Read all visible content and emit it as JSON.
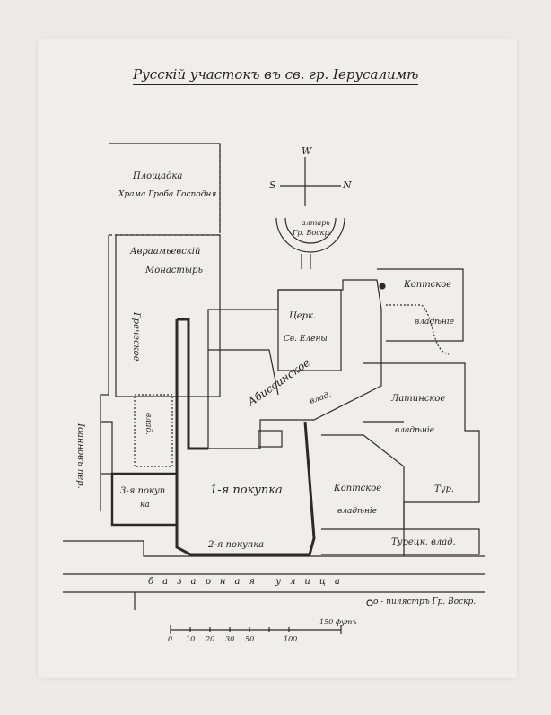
{
  "map": {
    "title": "Русскій участокъ въ св. гр. Iерусалимѣ",
    "compass": {
      "west": "W",
      "south": "S",
      "north": "N"
    },
    "labels": {
      "square": "Площадка",
      "square2": "Храма Гроба Господня",
      "altar": "алтарь",
      "altar2": "Гр. Воскр.",
      "abraham": "Авраамьевскій",
      "abraham2": "Монастырь",
      "greek": "Греческое",
      "greek_vlad": "влад.",
      "coptic_top": "Коптское",
      "coptic_top2": "владѣніе",
      "church": "Церк.",
      "church2": "Св. Елены",
      "abyss": "Абиссинское",
      "abyss2": "влад.",
      "latin": "Латинское",
      "latin2": "владѣніе",
      "ioann": "Iоанновъ пер.",
      "third": "3-я покуп",
      "third2": "ка",
      "first": "1-я покупка",
      "second": "2-я покупка",
      "coptic": "Коптское",
      "coptic2": "владѣніе",
      "turk": "Тур.",
      "turkish": "Турецк. влад.",
      "bazaar": "базарная улица",
      "pilaster": "о - пилястръ Гр. Воскр."
    },
    "scale": {
      "ticks": [
        "0",
        "10",
        "20",
        "30",
        "50",
        "",
        "100"
      ],
      "end": "150 футъ"
    }
  }
}
